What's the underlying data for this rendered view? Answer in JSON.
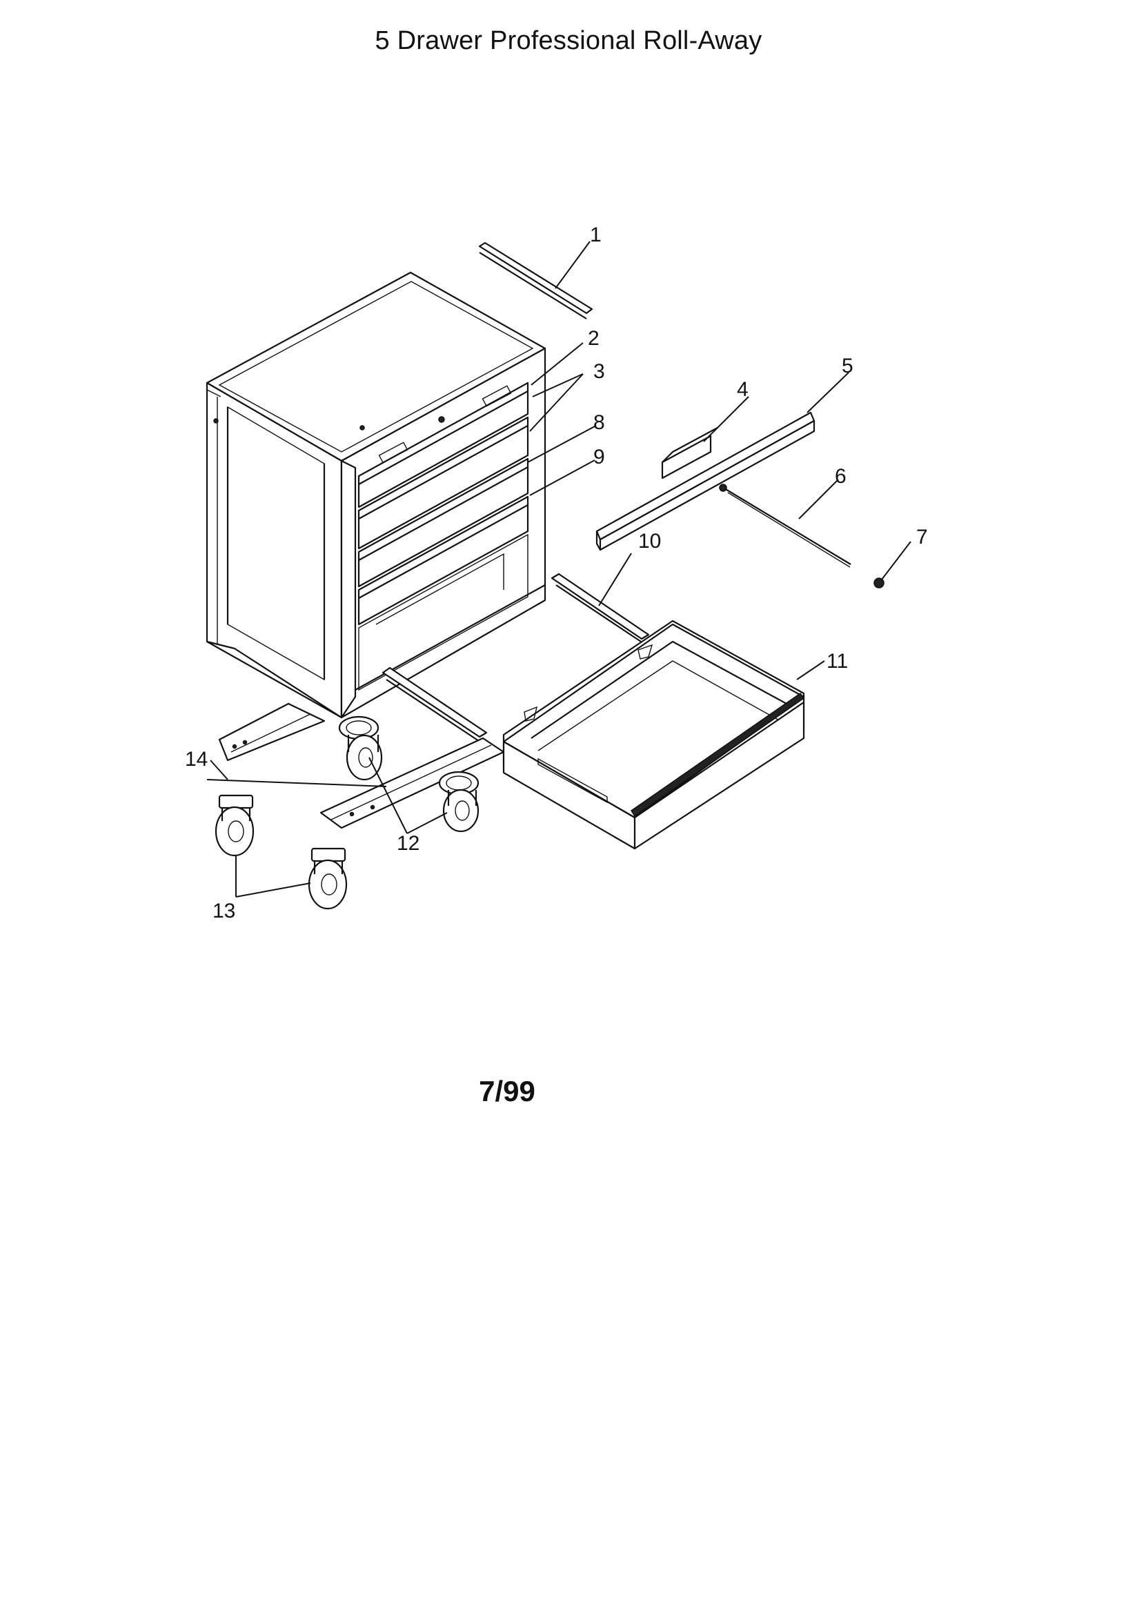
{
  "page": {
    "title": "5 Drawer Professional Roll-Away",
    "date": "7/99"
  },
  "diagram": {
    "callouts": [
      {
        "id": "1",
        "label": "1"
      },
      {
        "id": "2",
        "label": "2"
      },
      {
        "id": "3",
        "label": "3"
      },
      {
        "id": "4",
        "label": "4"
      },
      {
        "id": "5",
        "label": "5"
      },
      {
        "id": "6",
        "label": "6"
      },
      {
        "id": "7",
        "label": "7"
      },
      {
        "id": "8",
        "label": "8"
      },
      {
        "id": "9",
        "label": "9"
      },
      {
        "id": "10",
        "label": "10"
      },
      {
        "id": "11",
        "label": "11"
      },
      {
        "id": "12",
        "label": "12"
      },
      {
        "id": "13",
        "label": "13"
      },
      {
        "id": "14",
        "label": "14"
      }
    ]
  }
}
